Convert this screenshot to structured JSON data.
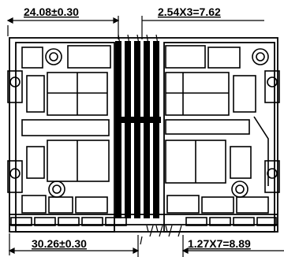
{
  "diagram": {
    "dimensions": {
      "top_left": "24.08±0.30",
      "top_right": "2.54X3=7.62",
      "bottom_left": "30.26±0.30",
      "bottom_right": "1.27X7=8.89"
    },
    "colors": {
      "line": "#000000",
      "background": "#ffffff"
    }
  }
}
